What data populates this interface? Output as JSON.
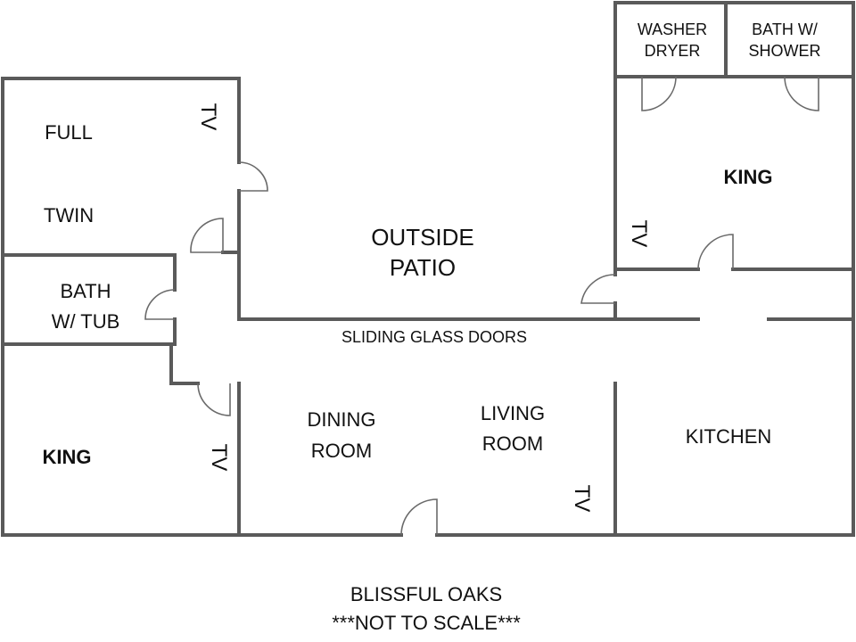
{
  "rooms": {
    "washer_dryer": [
      "WASHER",
      "DRYER"
    ],
    "bath_shower": [
      "BATH W/",
      "SHOWER"
    ],
    "king_upper_right": "KING",
    "full": "FULL",
    "twin": "TWIN",
    "outside_patio": [
      "OUTSIDE",
      "PATIO"
    ],
    "bath_tub": [
      "BATH",
      "W/ TUB"
    ],
    "sliding_glass_doors": "SLIDING GLASS DOORS",
    "king_lower_left": "KING",
    "dining_room": [
      "DINING",
      "ROOM"
    ],
    "living_room": [
      "LIVING",
      "ROOM"
    ],
    "kitchen": "KITCHEN"
  },
  "tv_label": "TV",
  "footer": {
    "name": "BLISSFUL OAKS",
    "note": "***NOT TO SCALE***"
  },
  "colors": {
    "wall": "#5a5a5a",
    "text": "#111111",
    "background": "#ffffff"
  }
}
